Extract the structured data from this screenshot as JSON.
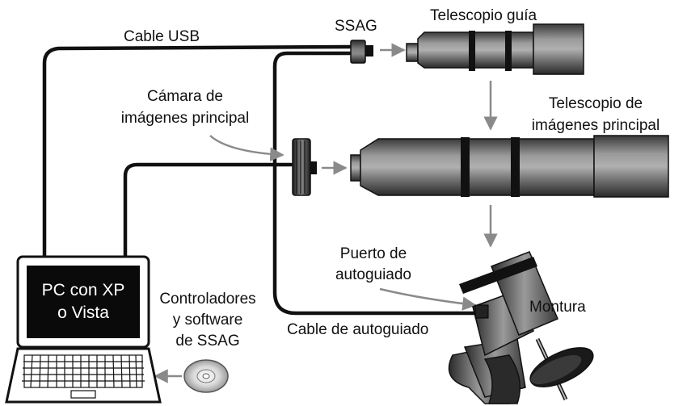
{
  "labels": {
    "cable_usb": "Cable USB",
    "ssag": "SSAG",
    "telescopio_guia": "Telescopio guía",
    "camara_line1": "Cámara de",
    "camara_line2": "imágenes principal",
    "telescopio_main_line1": "Telescopio de",
    "telescopio_main_line2": "imágenes principal",
    "puerto_line1": "Puerto de",
    "puerto_line2": "autoguiado",
    "montura": "Montura",
    "cable_autoguiado": "Cable de autoguiado",
    "controladores_line1": "Controladores",
    "controladores_line2": "y software",
    "controladores_line3": "de SSAG",
    "pc_line1": "PC con XP",
    "pc_line2": "o Vista"
  },
  "icons": {
    "laptop": "laptop-icon",
    "cd": "cd-disc-icon",
    "mount": "telescope-mount-icon"
  }
}
